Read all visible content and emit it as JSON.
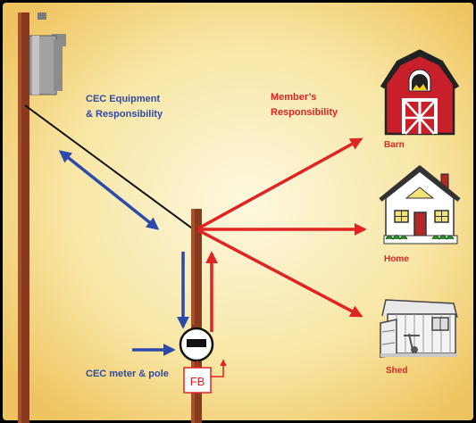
{
  "labels": {
    "cec_equipment_line1": "CEC Equipment",
    "cec_equipment_line2": "& Responsibility",
    "member_line1": "Member’s",
    "member_line2": "Responsibility",
    "barn": "Barn",
    "home": "Home",
    "shed": "Shed",
    "cec_meter": "CEC meter & pole",
    "fuse_box": "FB"
  },
  "colors": {
    "background_center": "#fcf6d8",
    "background_edge": "#f0c866",
    "frame": "#000000",
    "pole": "#8a3a1c",
    "cec_blue": "#2e4aa8",
    "member_red": "#e02323",
    "barn_red": "#c8202a",
    "roof_gray": "#9a9a9a"
  }
}
